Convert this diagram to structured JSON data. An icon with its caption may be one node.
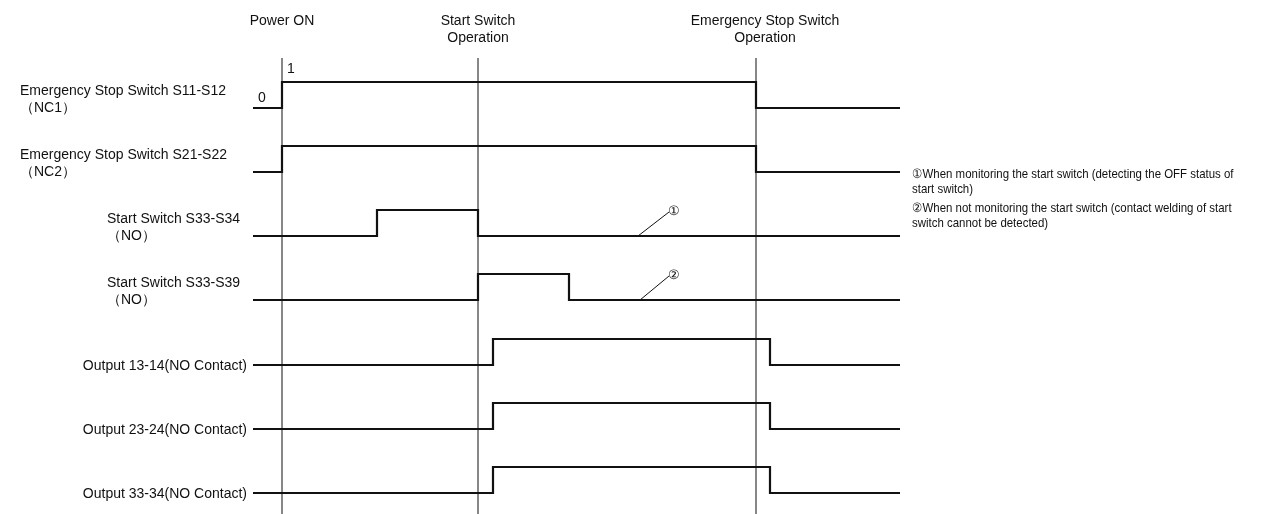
{
  "diagram": {
    "nodes": [
      {
        "text": [
          "①"
        ]
      },
      {
        "text": [
          "②"
        ]
      }
    ],
    "edges": [
      {
        "from": 0,
        "to": null,
        "arrow": "none"
      },
      {
        "from": 1,
        "to": null,
        "arrow": "none"
      }
    ],
    "labels": [
      "Power ON",
      "Start Switch Operation",
      "Emergency Stop Switch Operation",
      "1",
      "0",
      "Emergency Stop Switch S11-S12（NC1）",
      "Emergency Stop Switch S21-S22（NC2）",
      "Start Switch S33-S34（NO）",
      "Start Switch S33-S39（NO）",
      "Output 13-14(NO Contact)",
      "Output 23-24(NO Contact)",
      "Output 33-34(NO Contact)",
      "①When monitoring the start switch (detecting the OFF status of start switch)",
      "②When not monitoring the start switch (contact welding of start switch cannot be detected)"
    ]
  }
}
